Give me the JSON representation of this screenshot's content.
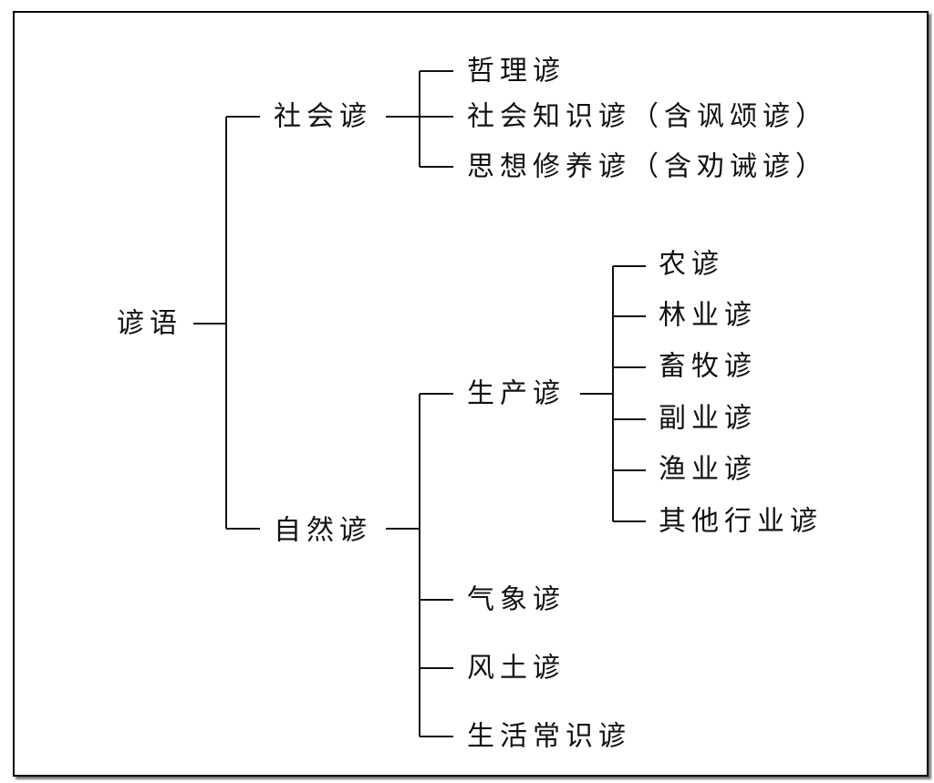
{
  "root": "谚语",
  "social": {
    "label": "社会谚",
    "children": [
      "哲理谚",
      "社会知识谚（含讽颂谚）",
      "思想修养谚（含劝诫谚）"
    ]
  },
  "natural": {
    "label": "自然谚",
    "production": {
      "label": "生产谚",
      "children": [
        "农谚",
        "林业谚",
        "畜牧谚",
        "副业谚",
        "渔业谚",
        "其他行业谚"
      ]
    },
    "others": [
      "气象谚",
      "风土谚",
      "生活常识谚"
    ]
  }
}
